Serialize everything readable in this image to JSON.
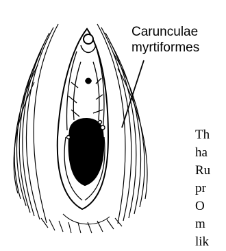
{
  "figure": {
    "label_line1": "Carunculae",
    "label_line2": "myrtiformes"
  },
  "body_text": {
    "lines": [
      "Th",
      "ha",
      "Ru",
      "pr",
      "O",
      "m",
      "lik"
    ]
  }
}
